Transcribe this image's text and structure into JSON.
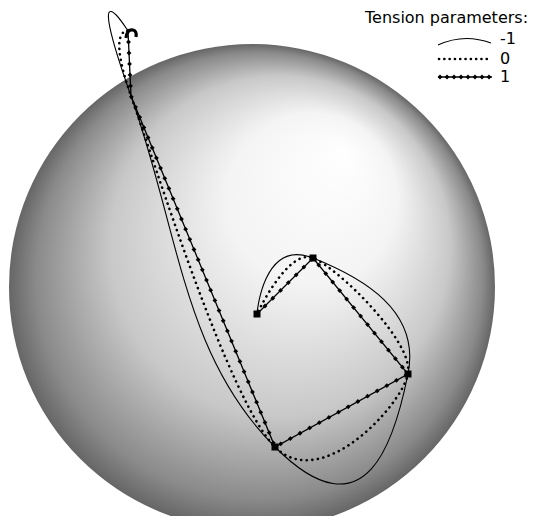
{
  "diagram": {
    "labels": [
      "Tension parameters:"
    ],
    "legend": [
      {
        "text": "-1"
      },
      {
        "text": "0"
      },
      {
        "text": "1"
      }
    ]
  }
}
